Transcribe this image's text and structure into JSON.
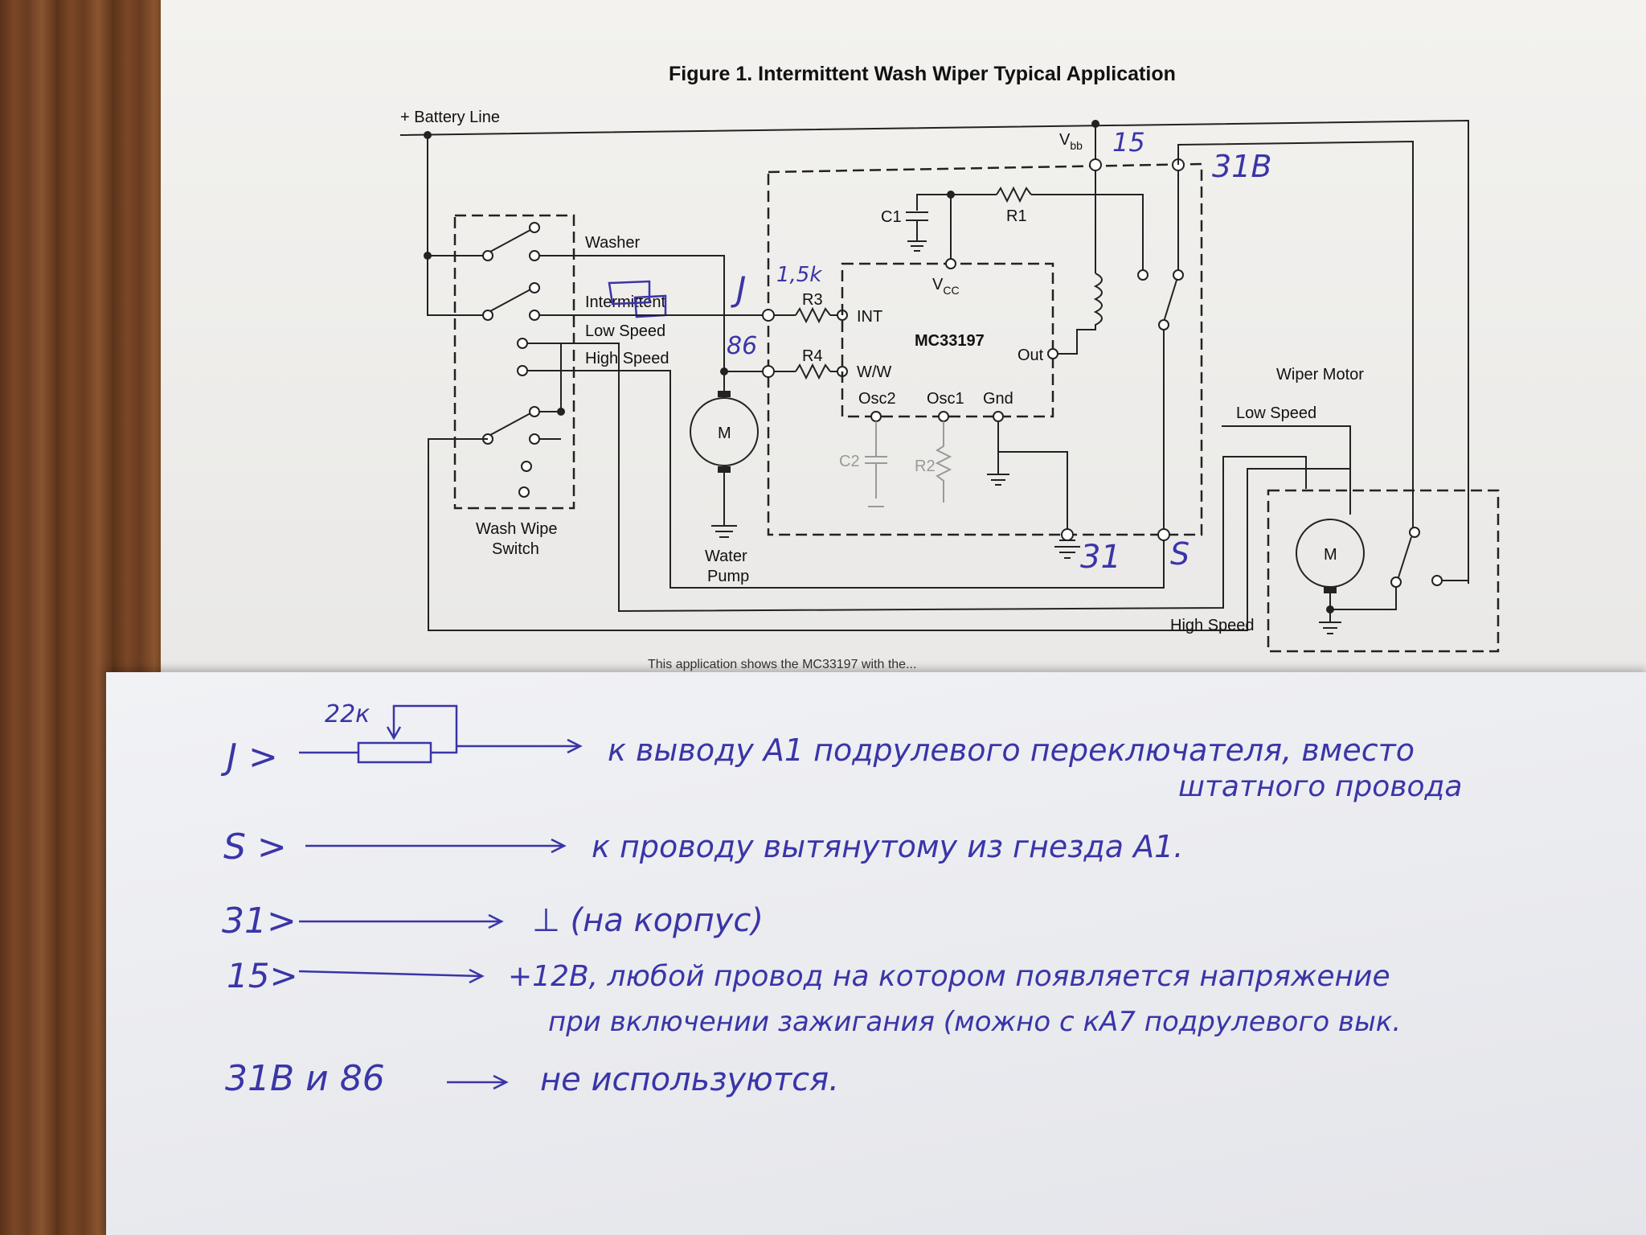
{
  "diagram": {
    "title": "Figure 1. Intermittent Wash Wiper Typical Application",
    "battery_line": "+ Battery Line",
    "switch": {
      "washer": "Washer",
      "intermittent": "Intermittent",
      "low_speed": "Low Speed",
      "high_speed": "High Speed",
      "name_line1": "Wash Wipe",
      "name_line2": "Switch"
    },
    "pump": {
      "motor": "M",
      "line1": "Water",
      "line2": "Pump"
    },
    "ic": {
      "name": "MC33197",
      "vcc_main": "V",
      "vcc_sub": "CC",
      "vbb_main": "V",
      "vbb_sub": "bb",
      "int": "INT",
      "ww": "W/W",
      "out": "Out",
      "osc2": "Osc2",
      "osc1": "Osc1",
      "gnd": "Gnd"
    },
    "components": {
      "c1": "C1",
      "r1": "R1",
      "r3": "R3",
      "r4": "R4",
      "c2": "C2",
      "r2": "R2"
    },
    "wiper_motor": {
      "title": "Wiper Motor",
      "low_speed": "Low Speed",
      "high_speed": "High Speed",
      "motor": "M"
    },
    "handwritten": {
      "j": "J",
      "r_value": "1,5k",
      "n86": "86",
      "n15": "15",
      "n31b": "31B",
      "n31": "31",
      "s": "S"
    },
    "caption_cut": "This application shows the MC33197 with the..."
  },
  "note": {
    "pot_label": "22к",
    "rows": [
      {
        "left": "J >",
        "text": "к выводу A1 подрулевого переключателя, вместо",
        "cont": "штатного провода"
      },
      {
        "left": "S >",
        "text": "к проводу вытянутому из гнезда A1.",
        "cont": ""
      },
      {
        "left": "31>",
        "text": "⊥ (на корпус)",
        "cont": ""
      },
      {
        "left": "15>",
        "text": "+12В, любой провод на котором появляется напряжение",
        "cont": "при включении зажигания (можно с кA7 подрулевого вык."
      },
      {
        "left": "31В и 86",
        "text": "не используются.",
        "cont": ""
      }
    ]
  }
}
